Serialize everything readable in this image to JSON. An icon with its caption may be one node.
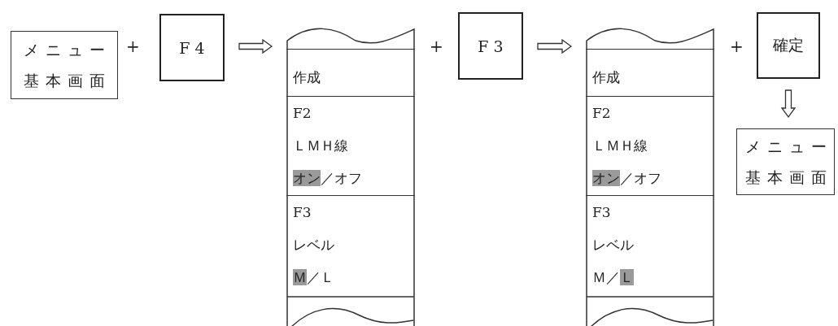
{
  "diagram": {
    "nodes": [
      {
        "text": [
          "メニュー基本画面"
        ]
      },
      {
        "text": [
          "F 4"
        ]
      },
      {
        "text": [],
        "shape": "box"
      },
      {
        "text": [
          "作成"
        ],
        "in": 2
      },
      {
        "text": [
          "F2",
          "ＬＭＨ線",
          "オン／オフ"
        ],
        "in": 2
      },
      {
        "text": [
          "F3",
          "レベル",
          "Ｍ／Ｌ"
        ],
        "in": 2
      },
      {
        "text": [
          "F 3"
        ]
      },
      {
        "text": [],
        "shape": "box"
      },
      {
        "text": [
          "作成"
        ],
        "in": 7
      },
      {
        "text": [
          "F2",
          "ＬＭＨ線",
          "オン／オフ"
        ],
        "in": 7
      },
      {
        "text": [
          "F3",
          "レベル",
          "Ｍ／Ｌ"
        ],
        "in": 7
      },
      {
        "text": [
          "確定"
        ]
      },
      {
        "text": [
          "メニュー基本画面"
        ]
      }
    ],
    "edges": [
      {
        "from": 1,
        "to": 2,
        "arrow": "to"
      },
      {
        "from": 6,
        "to": 7,
        "arrow": "to"
      },
      {
        "from": 11,
        "to": 12,
        "arrow": "to"
      }
    ],
    "labels": [
      "+",
      "+",
      "+"
    ]
  }
}
